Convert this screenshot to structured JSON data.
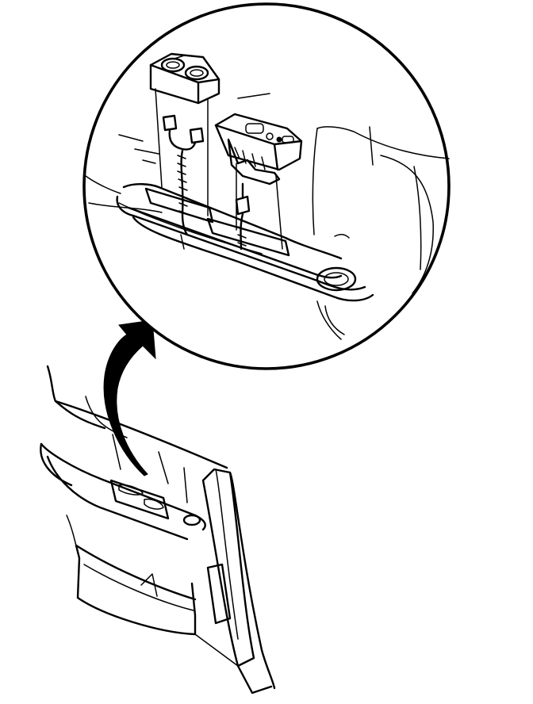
{
  "figure": {
    "background": "#ffffff",
    "ink": "#000000",
    "elements": {
      "zoom_view": "detail-callout-circle",
      "overview": "rear-side-trim-panel",
      "callout_arrow": "curved-arrow",
      "upper_switch": "window-switch-module-two-button",
      "lower_switch": "window-switch-module-multi-button",
      "harness": "wiring-harness-connectors"
    }
  }
}
